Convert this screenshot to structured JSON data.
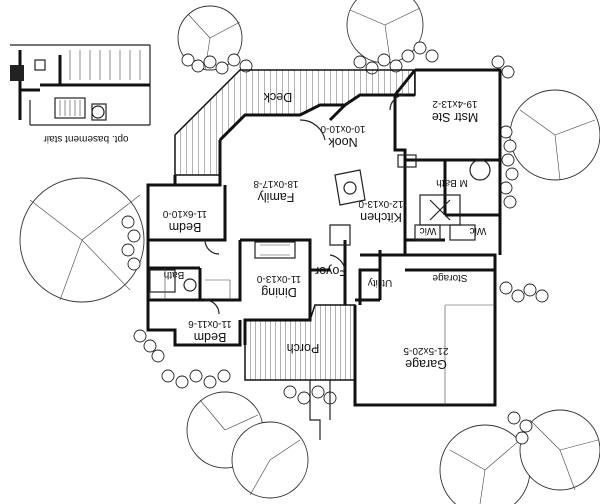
{
  "plan": {
    "inset_label": "opt. basement stair",
    "rooms": [
      {
        "key": "deck",
        "name": "Deck",
        "dims": ""
      },
      {
        "key": "nook",
        "name": "Nook",
        "dims": "10-0x10-0"
      },
      {
        "key": "mstr_ste",
        "name": "Mstr Ste",
        "dims": "19-4x13-2"
      },
      {
        "key": "family",
        "name": "Family",
        "dims": "18-0x17-8"
      },
      {
        "key": "kitchen",
        "name": "Kitchen",
        "dims": "12-0x13-0"
      },
      {
        "key": "m_bath",
        "name": "M Bath",
        "dims": ""
      },
      {
        "key": "bedm_upper",
        "name": "Bedm",
        "dims": "11-6x10-0"
      },
      {
        "key": "wic_left",
        "name": "Wic",
        "dims": ""
      },
      {
        "key": "wic_right",
        "name": "Wic",
        "dims": ""
      },
      {
        "key": "bath",
        "name": "Bath",
        "dims": ""
      },
      {
        "key": "dining",
        "name": "Dining",
        "dims": "11-0x13-0"
      },
      {
        "key": "foyer",
        "name": "Foyer",
        "dims": ""
      },
      {
        "key": "utility",
        "name": "Utility",
        "dims": ""
      },
      {
        "key": "storage",
        "name": "Storage",
        "dims": ""
      },
      {
        "key": "bedm_lower",
        "name": "Bedm",
        "dims": "11-0x11-6"
      },
      {
        "key": "porch",
        "name": "Porch",
        "dims": ""
      },
      {
        "key": "garage",
        "name": "Garage",
        "dims": "21-5x20-5"
      }
    ]
  }
}
